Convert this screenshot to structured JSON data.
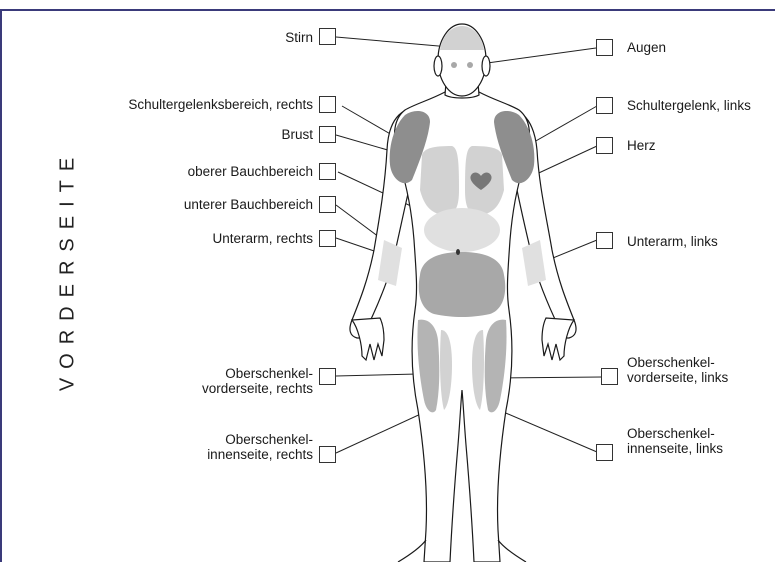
{
  "side_title": "VORDERSEITE",
  "regions": {
    "stirn": "Stirn",
    "augen": "Augen",
    "schulter_rechts": "Schultergelenksbereich, rechts",
    "schulter_links": "Schultergelenk, links",
    "brust": "Brust",
    "herz": "Herz",
    "oberer_bauch": "oberer Bauchbereich",
    "unterer_bauch": "unterer Bauchbereich",
    "unterarm_rechts": "Unterarm, rechts",
    "unterarm_links": "Unterarm, links",
    "oberschenkel_vorn_rechts_1": "Oberschenkel-",
    "oberschenkel_vorn_rechts_2": "vorderseite, rechts",
    "oberschenkel_vorn_links_1": "Oberschenkel-",
    "oberschenkel_vorn_links_2": "vorderseite, links",
    "oberschenkel_innen_rechts_1": "Oberschenkel-",
    "oberschenkel_innen_rechts_2": "innenseite, rechts",
    "oberschenkel_innen_links_1": "Oberschenkel-",
    "oberschenkel_innen_links_2": "innenseite, links"
  },
  "colors": {
    "frame": "#3a3a7a",
    "dark_region": "#8e8e8e",
    "mid_region": "#b4b4b4",
    "light_region": "#d2d2d2",
    "lightest_region": "#e0e0e0",
    "heart": "#777777"
  }
}
